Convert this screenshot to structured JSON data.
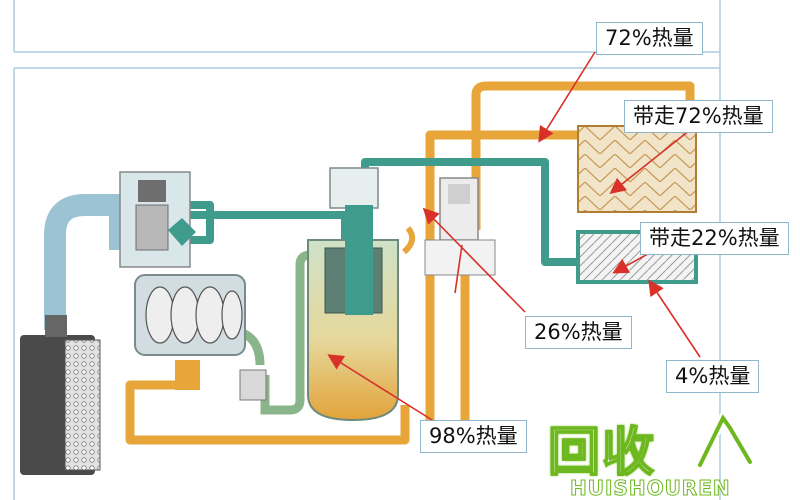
{
  "labels": {
    "top_72": "72%热量",
    "carry_72": "带走72%热量",
    "carry_22": "带走22%热量",
    "pct_26": "26%热量",
    "pct_4": "4%热量",
    "pct_98": "98%热量"
  },
  "watermark": {
    "cn": "回收",
    "en": "HUISHOUREN"
  },
  "colors": {
    "oil_pipe": "#e8a63a",
    "water_pipe": "#3f9b8c",
    "air_pipe": "#9cc3d3",
    "green_pipe": "#8ab58a",
    "arrow": "#d9302a",
    "watermark": "#6cb81e"
  }
}
